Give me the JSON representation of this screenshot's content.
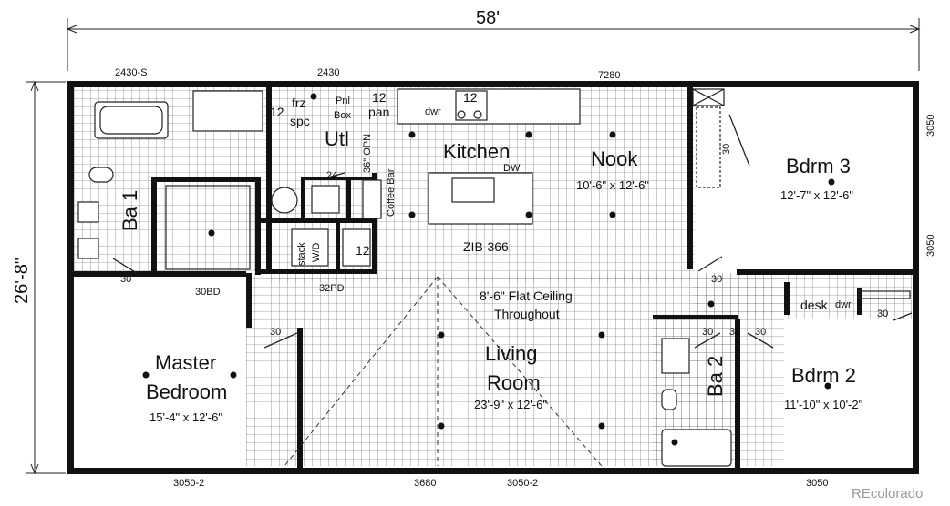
{
  "overall": {
    "width": "58'",
    "depth": "26'-8\""
  },
  "rooms": {
    "kitchen": "Kitchen",
    "nook": "Nook",
    "nook_size": "10'-6\" x 12'-6\"",
    "bdrm3": "Bdrm 3",
    "bdrm3_size": "12'-7\" x 12'-6\"",
    "master_l1": "Master",
    "master_l2": "Bedroom",
    "master_size": "15'-4\" x 12'-6\"",
    "living_l1": "Living",
    "living_l2": "Room",
    "living_size": "23'-9\" x 12'-6\"",
    "bdrm2": "Bdrm 2",
    "bdrm2_size": "11'-10\" x 10'-2\"",
    "ba1": "Ba 1",
    "ba2": "Ba 2",
    "utl": "Utl"
  },
  "windows": {
    "top_left": "2430-S",
    "top_mid": "2430",
    "top_right": "7280",
    "right_upper": "3050",
    "right_lower": "3050",
    "bottom_1": "3050-2",
    "bottom_2": "3680",
    "bottom_3": "3050-2",
    "bottom_4": "3050"
  },
  "labels": {
    "frz": "frz",
    "spc": "spc",
    "pnl": "Pnl",
    "box": "Box",
    "shelf12_a": "12",
    "pan12": "12",
    "pan": "pan",
    "cab12": "12",
    "dwr": "dwr",
    "opn36": "36\" OPN",
    "coffee": "Coffee Bar",
    "d24": "24",
    "stack": "stack",
    "wd": "W/D",
    "shelf12_b": "12",
    "dw": "DW",
    "zib": "ZIB-366",
    "door30_ba1": "30",
    "bd30": "30BD",
    "pd32": "32PD",
    "door30_master": "30",
    "door30_bdrm3": "30",
    "door30_hall": "30",
    "door30_ba2a": "30",
    "door30_ba2b": "30",
    "door30_bdrm2": "30",
    "door30_closet3": "30",
    "desk": "desk",
    "dwr2": "dwr",
    "ceiling_l1": "8'-6\" Flat Ceiling",
    "ceiling_l2": "Throughout"
  },
  "watermark": "REcolorado"
}
